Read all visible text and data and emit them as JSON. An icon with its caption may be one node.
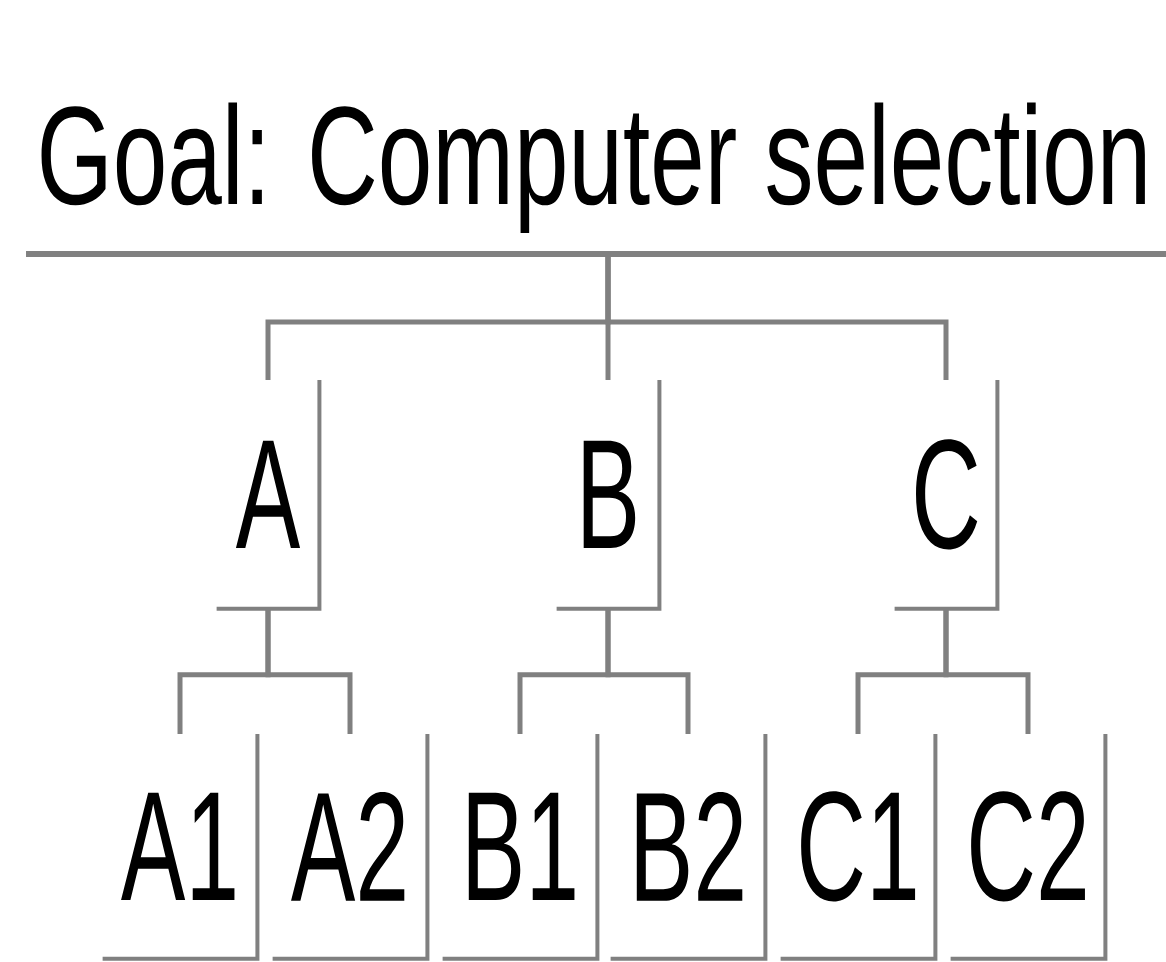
{
  "diagram": {
    "nodes": [
      {
        "text": [
          "Goal: Computer selection"
        ]
      },
      {
        "text": [
          "A"
        ]
      },
      {
        "text": [
          "B"
        ]
      },
      {
        "text": [
          "C"
        ]
      },
      {
        "text": [
          "A1"
        ]
      },
      {
        "text": [
          "A2"
        ]
      },
      {
        "text": [
          "B1"
        ]
      },
      {
        "text": [
          "B2"
        ]
      },
      {
        "text": [
          "C1"
        ]
      },
      {
        "text": [
          "C2"
        ]
      }
    ],
    "edges": [
      {
        "from": 0,
        "to": 1,
        "arrow": "none"
      },
      {
        "from": 0,
        "to": 2,
        "arrow": "none"
      },
      {
        "from": 0,
        "to": 3,
        "arrow": "none"
      },
      {
        "from": 1,
        "to": 4,
        "arrow": "none"
      },
      {
        "from": 1,
        "to": 5,
        "arrow": "none"
      },
      {
        "from": 2,
        "to": 6,
        "arrow": "none"
      },
      {
        "from": 2,
        "to": 7,
        "arrow": "none"
      },
      {
        "from": 3,
        "to": 8,
        "arrow": "none"
      },
      {
        "from": 3,
        "to": 9,
        "arrow": "none"
      }
    ]
  }
}
